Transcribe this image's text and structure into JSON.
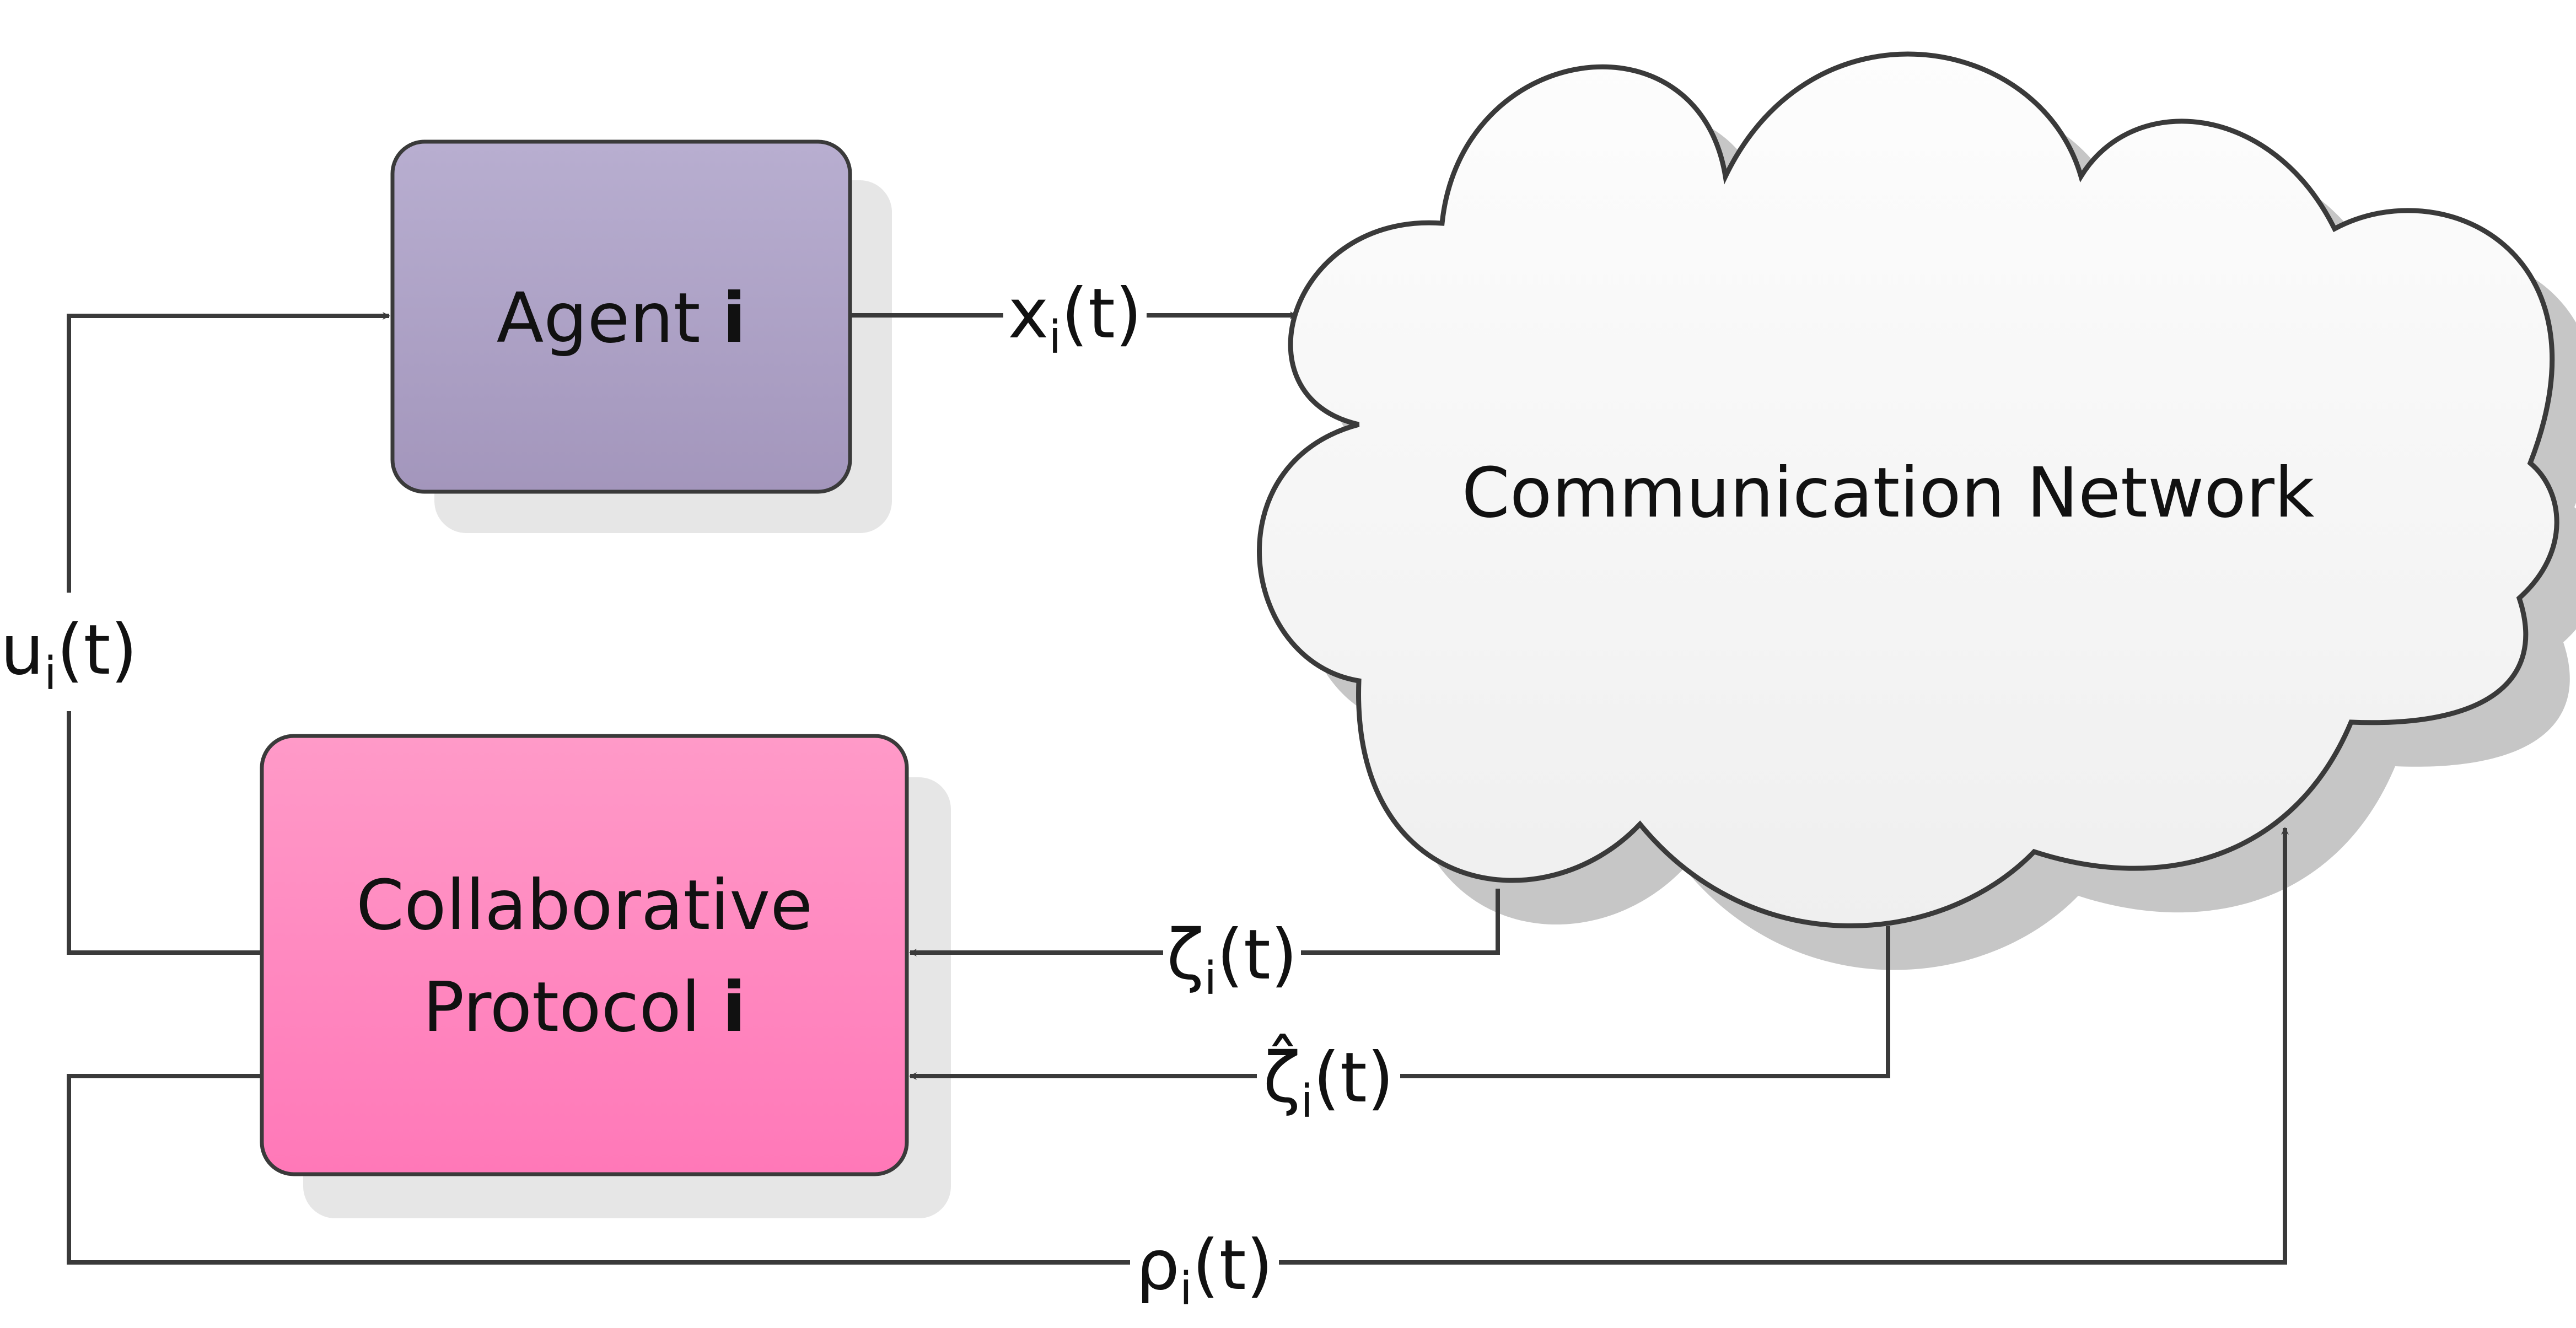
{
  "agent_block": {
    "label": "Agent",
    "index": "i",
    "color": "#AAA0C4"
  },
  "protocol_block": {
    "label_line1": "Collaborative",
    "label_line2": "Protocol",
    "index": "i",
    "color": "#FF88C0"
  },
  "network": {
    "label": "Communication Network",
    "color": "#F4F4F4"
  },
  "signals": {
    "x": {
      "symbol": "x",
      "sub": "i",
      "arg": "(t)"
    },
    "u": {
      "symbol": "u",
      "sub": "i",
      "arg": "(t)"
    },
    "zeta": {
      "symbol": "ζ",
      "sub": "i",
      "arg": "(t)"
    },
    "zeta_hat": {
      "symbol": "ζ̂",
      "sub": "i",
      "arg": "(t)"
    },
    "rho": {
      "symbol": "ρ",
      "sub": "i",
      "arg": "(t)"
    }
  }
}
